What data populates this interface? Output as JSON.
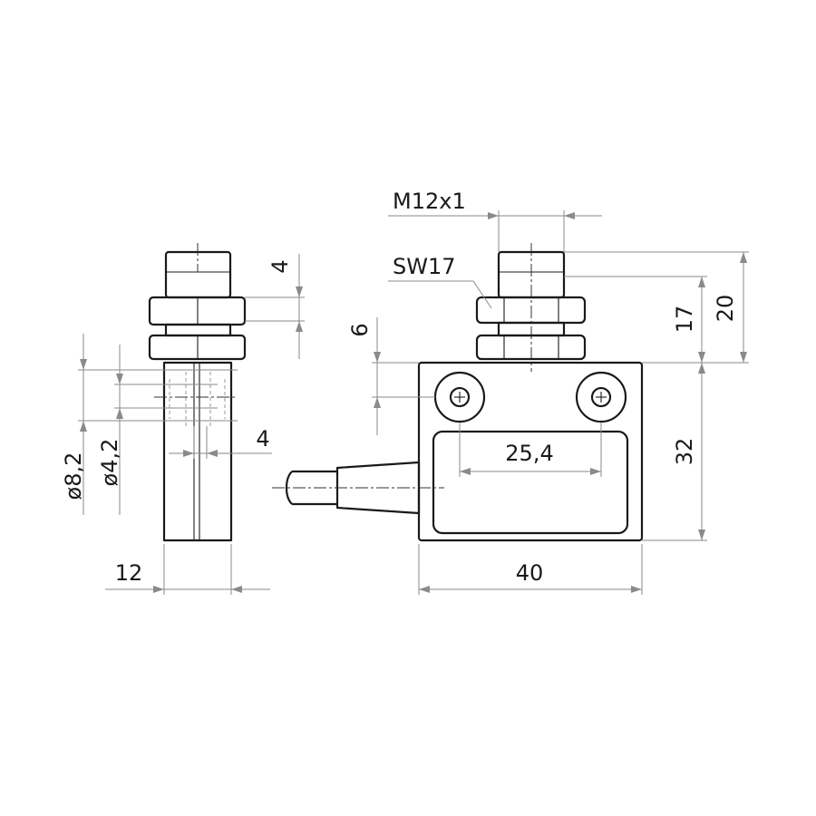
{
  "labels": {
    "thread": "M12x1",
    "wrench": "SW17",
    "dim_4_top": "4",
    "dim_6": "6",
    "dim_17": "17",
    "dim_20": "20",
    "dim_32": "32",
    "dim_25_4": "25,4",
    "dim_40": "40",
    "dim_12": "12",
    "dim_4_side": "4",
    "dia_8_2": "ø8,2",
    "dia_4_2": "ø4,2"
  }
}
